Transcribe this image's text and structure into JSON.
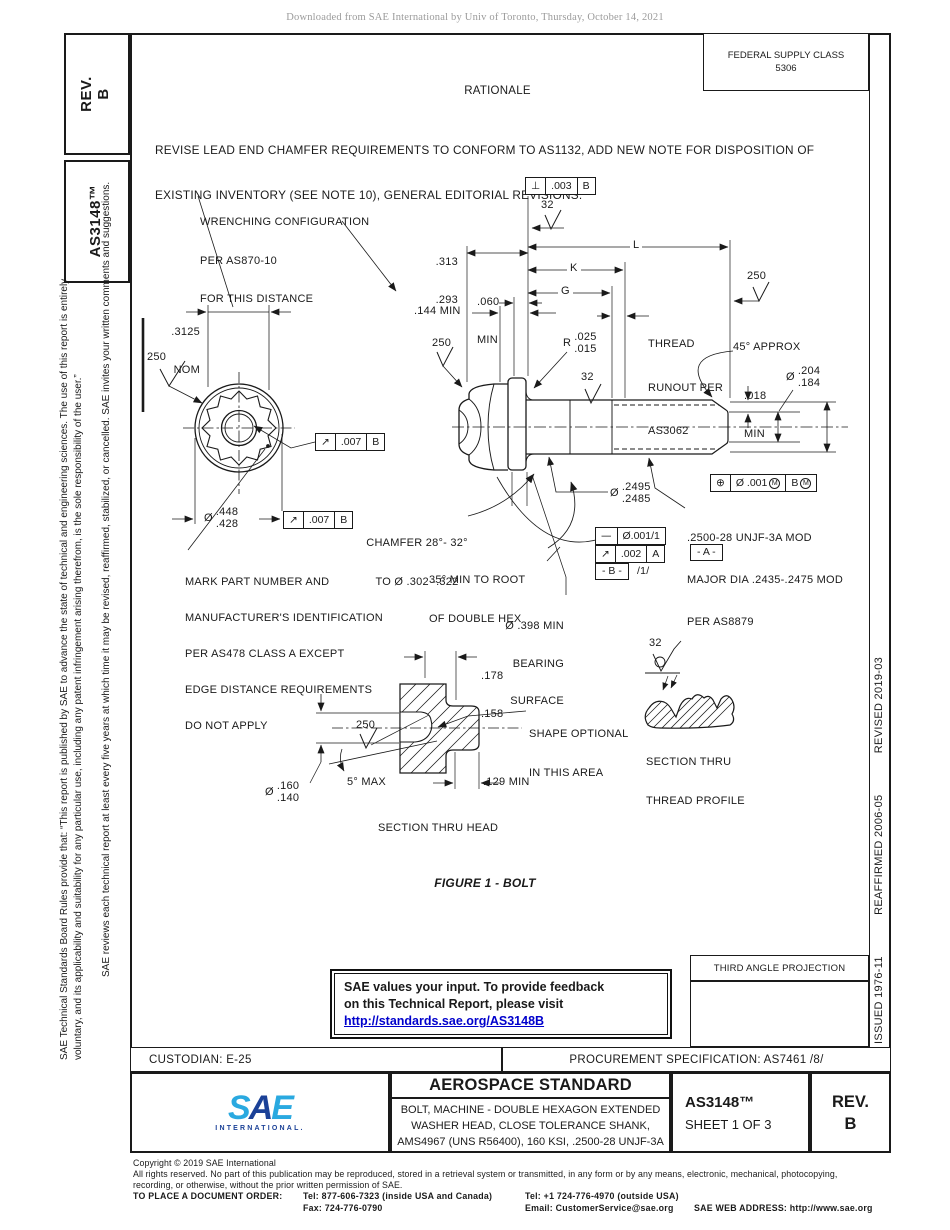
{
  "banner": {
    "text": "Downloaded from SAE International by Univ of Toronto, Thursday, October 14, 2021"
  },
  "sidebar": {
    "rev_line1": "REV.",
    "rev_line2": "B",
    "doc_number": "AS3148™",
    "disclaimer_line1": "SAE Technical Standards Board Rules provide that: “This report is published by SAE to advance the state of technical and engineering sciences. The use of this report is entirely",
    "disclaimer_line2": "voluntary, and its applicability and suitability for any particular use, including any patent infringement arising therefrom, is the sole responsibility of the user.”",
    "review_note": "SAE reviews each technical report at least every five years at which time it may be revised, reaffirmed, stabilized, or cancelled. SAE invites your written comments and suggestions."
  },
  "revision_strip": {
    "issued": "ISSUED 1976-11",
    "reaffirmed": "REAFFIRMED 2006-05",
    "revised": "REVISED 2019-03"
  },
  "header": {
    "federal_supply_class_label": "FEDERAL SUPPLY CLASS",
    "federal_supply_class_value": "5306",
    "rationale_title": "RATIONALE",
    "rationale_line1": "REVISE LEAD END CHAMFER REQUIREMENTS TO CONFORM TO AS1132, ADD NEW NOTE FOR DISPOSITION OF",
    "rationale_line2": "EXISTING INVENTORY (SEE NOTE 10), GENERAL EDITORIAL REVISIONS."
  },
  "drawing": {
    "wrenching_note": [
      "WRENCHING CONFIGURATION",
      "PER AS870-10",
      "FOR THIS DISTANCE"
    ],
    "dim_3125": ".3125",
    "nom_label": "NOM",
    "finish_250": "250",
    "finish_32": "32",
    "dim_313": ".313",
    "dim_293": ".293",
    "dim_060": ".060",
    "min_label": "MIN",
    "dim_144": ".144 MIN",
    "dim_L": "L",
    "dim_K": "K",
    "dim_G": "G",
    "thread_runout_note": [
      "THREAD",
      "RUNOUT PER",
      "AS3062"
    ],
    "approx45": "45° APPROX",
    "dim_018": ".018",
    "dia_symbol": "Ø",
    "dia_204": ".204",
    "dia_184": ".184",
    "radius_label": "R",
    "dim_025": ".025",
    "dim_015": ".015",
    "dia_448": ".448",
    "dia_428": ".428",
    "fcf_perp": {
      "symbol": "⊥",
      "tolerance": ".003",
      "datum": "B"
    },
    "fcf_runout_top": {
      "symbol": "↗",
      "tolerance": ".007",
      "datum": "B"
    },
    "fcf_runout_side": {
      "symbol": "↗",
      "tolerance": ".007",
      "datum": "B"
    },
    "fcf_straightness": {
      "symbol": "—",
      "tolerance": "Ø.001/1"
    },
    "fcf_runout_shank": {
      "symbol": "↗",
      "tolerance": ".002",
      "datum": "A"
    },
    "datum_b": "- B -",
    "per_unit": "/1/",
    "fcf_position": {
      "symbol": "⊕",
      "tolerance": "Ø .001",
      "mod1": "M",
      "datum": "B",
      "mod2": "M"
    },
    "datum_a": "- A -",
    "chamfer_note": [
      "CHAMFER 28°- 32°",
      "TO Ø .302 -.322"
    ],
    "hex_root_note": [
      "35° MIN TO ROOT",
      "OF DOUBLE HEX"
    ],
    "mark_note": [
      "MARK PART NUMBER AND",
      "MANUFACTURER'S IDENTIFICATION",
      "PER AS478 CLASS A EXCEPT",
      "EDGE DISTANCE REQUIREMENTS",
      "DO NOT APPLY"
    ],
    "bearing_note": [
      "Ø .398 MIN",
      "BEARING",
      "SURFACE"
    ],
    "shank_dia": {
      "prefix": "Ø",
      "upper": ".2495",
      "lower": ".2485"
    },
    "thread_spec": [
      ".2500-28 UNJF-3A MOD",
      "MAJOR DIA .2435-.2475 MOD",
      "PER AS8879"
    ],
    "section_head": {
      "dim_178": ".178",
      "dim_158": ".158",
      "shape_note": [
        "SHAPE OPTIONAL",
        "IN THIS AREA"
      ],
      "dim_5max": "5° MAX",
      "dim_129": ".129 MIN",
      "dia_160": ".160",
      "dia_140": ".140",
      "caption": "SECTION THRU HEAD"
    },
    "section_thread": {
      "caption": [
        "SECTION THRU",
        "THREAD PROFILE"
      ]
    },
    "figure_caption": "FIGURE 1 - BOLT"
  },
  "feedback_box": {
    "line1": "SAE values your input. To provide feedback",
    "line2": "on this Technical Report, please visit",
    "link": "http://standards.sae.org/AS3148B"
  },
  "projection": {
    "title": "THIRD ANGLE PROJECTION"
  },
  "footer": {
    "custodian": "CUSTODIAN: E-25",
    "procurement": "PROCUREMENT SPECIFICATION: AS7461 /8/"
  },
  "title_block": {
    "logo_s": "S",
    "logo_a": "A",
    "logo_e": "E",
    "logo_sub": "INTERNATIONAL.",
    "doc_type": "AEROSPACE STANDARD",
    "title_lines": [
      "BOLT, MACHINE - DOUBLE HEXAGON EXTENDED",
      "WASHER HEAD, CLOSE TOLERANCE SHANK,",
      "AMS4967 (UNS R56400), 160 KSI, .2500-28 UNJF-3A"
    ],
    "doc_number": "AS3148™",
    "sheet": "SHEET 1 OF 3",
    "rev_label": "REV.",
    "rev_value": "B"
  },
  "copyright": {
    "line1": "Copyright © 2019 SAE International",
    "line2": "All rights reserved. No part of this publication may be reproduced, stored in a retrieval system or transmitted, in any form or by any means, electronic, mechanical, photocopying,",
    "line3": "recording, or otherwise, without the prior written permission of SAE.",
    "order_label": "TO PLACE A DOCUMENT ORDER:",
    "tel1": "Tel: 877-606-7323 (inside USA and Canada)",
    "tel2": "Tel: +1 724-776-4970 (outside USA)",
    "fax": "Fax: 724-776-0790",
    "email": "Email: CustomerService@sae.org",
    "web": "SAE WEB ADDRESS: http://www.sae.org"
  },
  "colors": {
    "link": "#0000cc",
    "sae_light_blue": "#2aa9e0",
    "sae_dark_blue": "#1b4197",
    "line": "#1a1a1a",
    "banner_gray": "#9b9b9b"
  }
}
